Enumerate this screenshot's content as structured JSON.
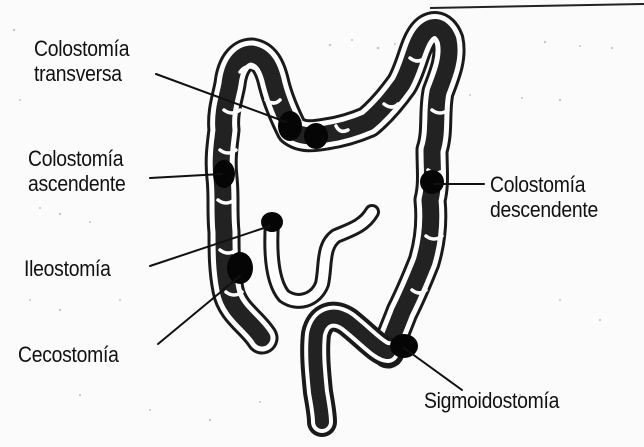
{
  "labels": {
    "transversa_line1": "Colostomía",
    "transversa_line2": "transversa",
    "ascendente_line1": "Colostomía",
    "ascendente_line2": "ascendente",
    "descendente_line1": "Colostomía",
    "descendente_line2": "descendente",
    "ileostomia": "Ileostomía",
    "cecostomia": "Cecostomía",
    "sigmoidostomia": "Sigmoidostomía"
  },
  "colors": {
    "ink": "#111111",
    "colon_wall": "#1a1a1a",
    "stoma": "#050505",
    "background": "#fbfbfb"
  }
}
